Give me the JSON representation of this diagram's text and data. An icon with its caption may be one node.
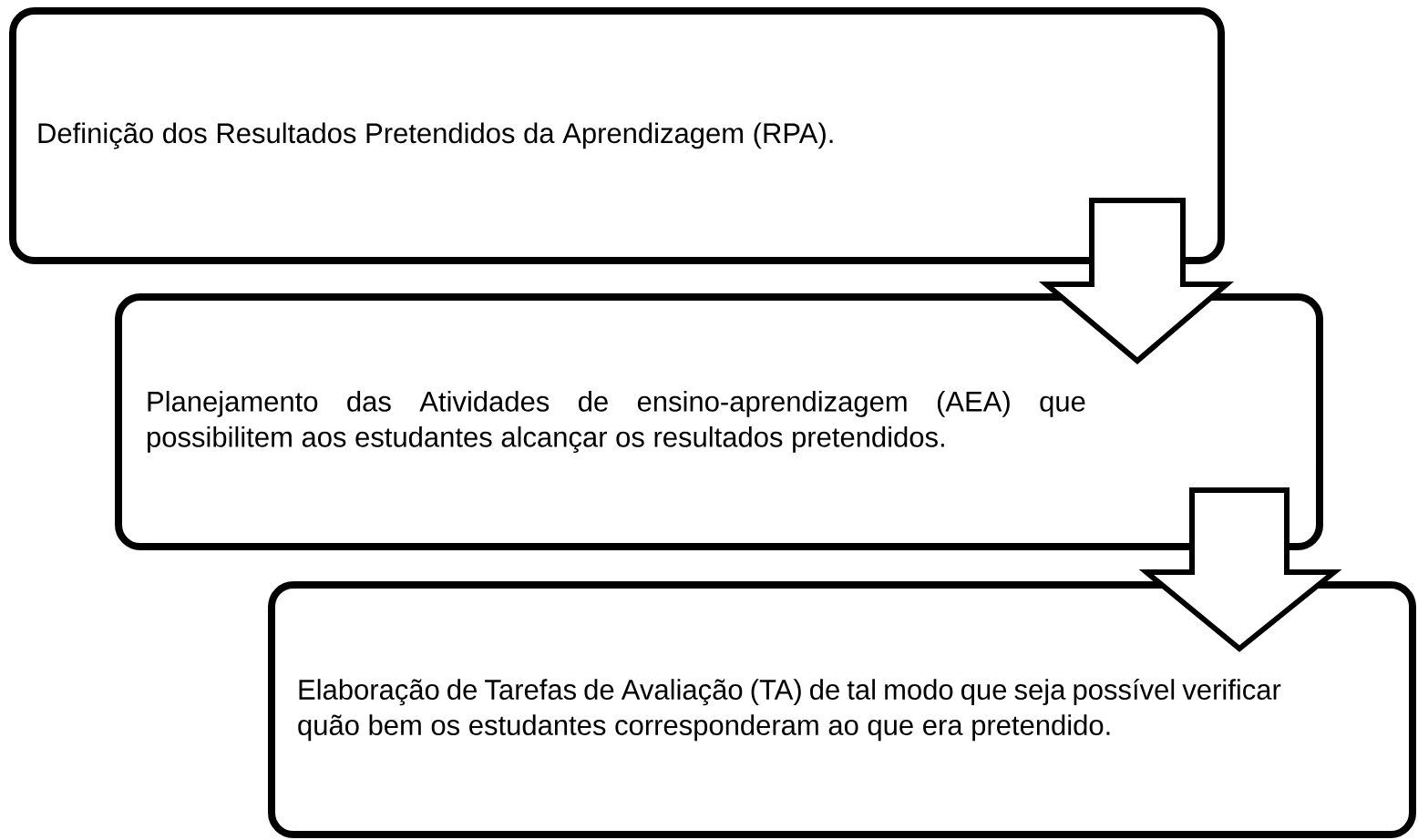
{
  "diagram": {
    "nodes": [
      {
        "text": [
          "Definição dos Resultados Pretendidos da Aprendizagem (RPA)."
        ]
      },
      {
        "text": [
          "Planejamento das Atividades de ensino-aprendizagem (AEA) que possibilitem aos estudantes alcançar os resultados pretendidos."
        ]
      },
      {
        "text": [
          "Elaboração de Tarefas de Avaliação (TA) de tal modo que seja possível verificar quão bem os estudantes corresponderam ao que era pretendido."
        ]
      }
    ],
    "edges": [
      {
        "from": 0,
        "to": 1,
        "arrow": "to"
      },
      {
        "from": 1,
        "to": 2,
        "arrow": "to"
      }
    ]
  }
}
